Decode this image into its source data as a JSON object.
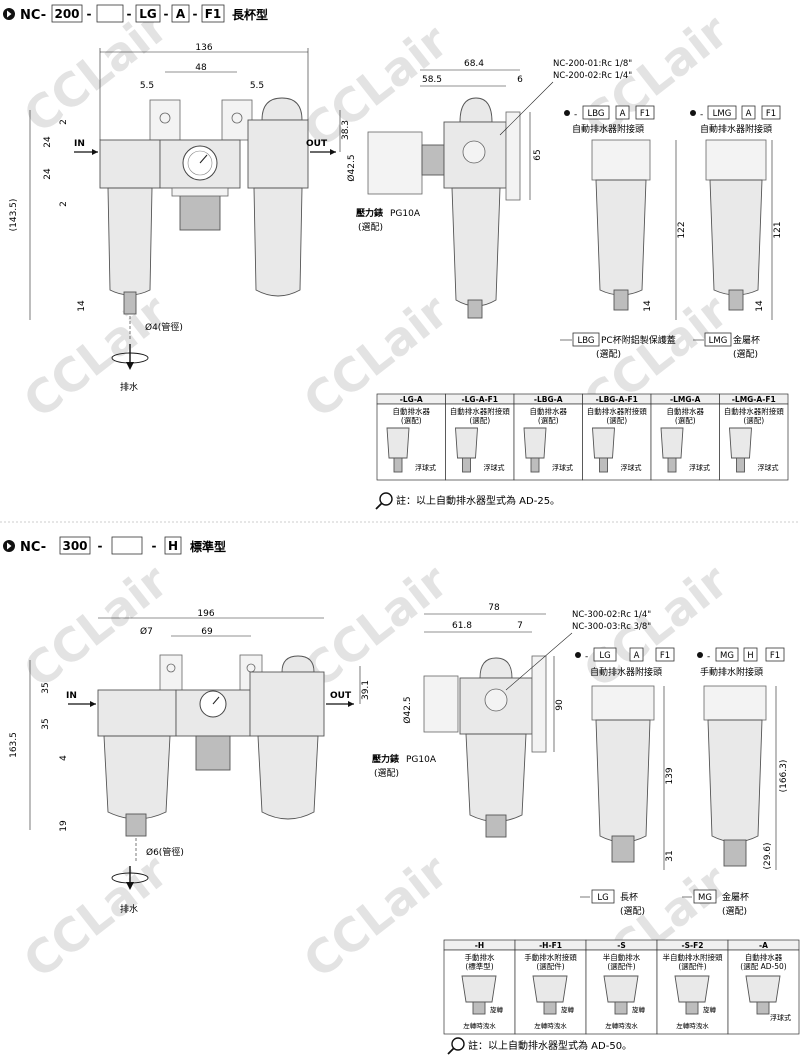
{
  "watermark": "CCLair",
  "s1": {
    "model": {
      "prefix": "NC-",
      "b1": "200",
      "b2": "",
      "b3": "LG",
      "b4": "A",
      "b5": "F1",
      "sep": "-",
      "name": "長杯型"
    },
    "dims": {
      "d136": "136",
      "d48": "48",
      "d55a": "5.5",
      "d55b": "5.5",
      "d24a": "24",
      "d24b": "24",
      "d2a": "2",
      "d2b": "2",
      "d1435": "(143.5)",
      "d383": "38.3",
      "d14": "14",
      "d684": "68.4",
      "d585": "58.5",
      "d6": "6",
      "d65": "65",
      "d425": "Ø42.5",
      "d122": "122",
      "d14b": "14",
      "d121": "121",
      "d14c": "14"
    },
    "labels": {
      "in": "IN",
      "out": "OUT",
      "tube": "Ø4(管徑)",
      "drain": "排水",
      "gauge": "壓力錶",
      "gauge_model": "PG10A",
      "optional": "(選配)",
      "port1": "NC-200-01:Rc 1/8\"",
      "port2": "NC-200-02:Rc 1/4\""
    },
    "opt1": {
      "b1": "LBG",
      "b2": "A",
      "b3": "F1",
      "caption": "自動排水器附接頭"
    },
    "opt2": {
      "b1": "LMG",
      "b2": "A",
      "b3": "F1",
      "caption": "自動排水器附接頭"
    },
    "lbg": {
      "code": "LBG",
      "text": "PC杯附鋁製保護蓋",
      "opt": "(選配)"
    },
    "lmg": {
      "code": "LMG",
      "text": "金屬杯",
      "opt": "(選配)"
    },
    "table": {
      "headers": [
        "-LG-A",
        "-LG-A-F1",
        "-LBG-A",
        "-LBG-A-F1",
        "-LMG-A",
        "-LMG-A-F1"
      ],
      "subs": [
        "自動排水器",
        "自動排水器附接頭",
        "自動排水器",
        "自動排水器附接頭",
        "自動排水器",
        "自動排水器附接頭"
      ],
      "opt": "(選配)",
      "float": "浮球式"
    },
    "note": "註：以上自動排水器型式為 AD-25。"
  },
  "s2": {
    "model": {
      "prefix": "NC-",
      "b1": "300",
      "b2": "",
      "b3": "H",
      "sep": "-",
      "name": "標準型"
    },
    "dims": {
      "d196": "196",
      "d7": "Ø7",
      "d69": "69",
      "d35a": "35",
      "d35b": "35",
      "d4": "4",
      "d1635": "163.5",
      "d391": "39.1",
      "d19": "19",
      "d78": "78",
      "d618": "61.8",
      "d7b": "7",
      "d425": "Ø42.5",
      "d90": "90",
      "d139": "139",
      "d31": "31",
      "d1663": "(166.3)",
      "d296": "(29.6)"
    },
    "labels": {
      "in": "IN",
      "out": "OUT",
      "tube": "Ø6(管徑)",
      "drain": "排水",
      "gauge": "壓力錶",
      "gauge_model": "PG10A",
      "optional": "(選配)",
      "port1": "NC-300-02:Rc 1/4\"",
      "port2": "NC-300-03:Rc 3/8\""
    },
    "opt1": {
      "b1": "LG",
      "b2": "A",
      "b3": "F1",
      "caption": "自動排水器附接頭"
    },
    "opt2": {
      "b1": "MG",
      "b2": "H",
      "b3": "F1",
      "caption": "手動排水附接頭"
    },
    "lg": {
      "code": "LG",
      "text": "長杯",
      "opt": "(選配)"
    },
    "mg": {
      "code": "MG",
      "text": "金屬杯",
      "opt": "(選配)"
    },
    "table": {
      "headers": [
        "-H",
        "-H-F1",
        "-S",
        "-S-F2",
        "-A"
      ],
      "subs": [
        "手動排水",
        "手動排水附接頭",
        "半自動排水",
        "半自動排水附接頭",
        "自動排水器"
      ],
      "subs2": [
        "(標準型)",
        "(選配件)",
        "(選配件)",
        "(選配件)",
        "(選配 AD-50)"
      ],
      "rotate": "旋轉",
      "leftturn": "左轉時洩水",
      "float": "浮球式"
    },
    "note": "註：以上自動排水器型式為 AD-50。"
  }
}
